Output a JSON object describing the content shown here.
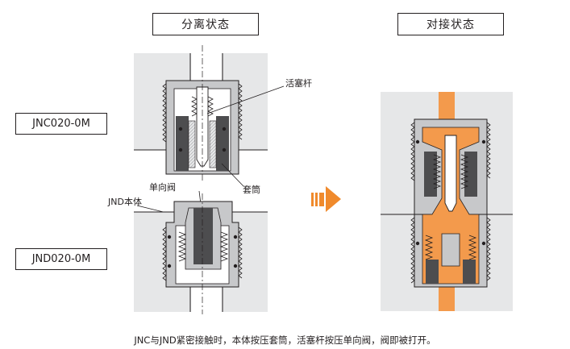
{
  "headers": {
    "separated": "分离状态",
    "connected": "对接状态"
  },
  "models": {
    "jnc": "JNC020-0M",
    "jnd": "JND020-0M"
  },
  "callouts": {
    "piston_rod": "活塞杆",
    "sleeve": "套筒",
    "one_way_valve": "单向阀",
    "jnd_body": "JND本体"
  },
  "caption": "JNC与JND紧密接触时，本体按压套筒，活塞杆按压单向阀，阀即被打开。",
  "colors": {
    "fluid": "#f39a4c",
    "arrow": "#f08a2c",
    "block": "#e6e7e8",
    "metal": "#c7c8ca",
    "dark": "#4d4d4f"
  }
}
